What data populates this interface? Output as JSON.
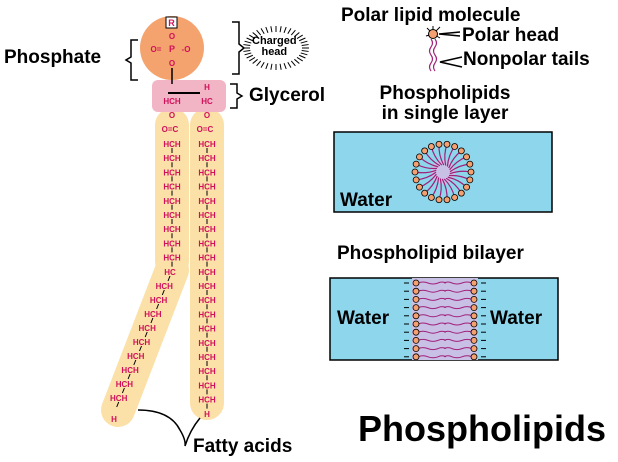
{
  "labels": {
    "phosphate": "Phosphate",
    "charged_head_line1": "Charged",
    "charged_head_line2": "head",
    "glycerol": "Glycerol",
    "fatty_acids": "Fatty acids",
    "polar_lipid_molecule": "Polar lipid molecule",
    "polar_head": "Polar head",
    "nonpolar_tails": "Nonpolar tails",
    "single_layer_line1": "Phospholipids",
    "single_layer_line2": "in single layer",
    "water": "Water",
    "bilayer": "Phospholipid bilayer",
    "main_title": "Phospholipids"
  },
  "chemistry": {
    "r_group": "R",
    "oxygen": "O",
    "phosphorus": "P",
    "hydrogen": "H",
    "carbon_h": "HCH",
    "glycerol_ch2": "HCH",
    "glycerol_ch": "HC",
    "ester": "O=C"
  },
  "colors": {
    "head": "#f4a36e",
    "glycerol": "#f2b5c6",
    "tail": "#fbe0a8",
    "atoms": "#d0105a",
    "water": "#8dd6ec",
    "lipid_head_ball": "#f5a070",
    "lipid_tail": "#a0207a"
  }
}
